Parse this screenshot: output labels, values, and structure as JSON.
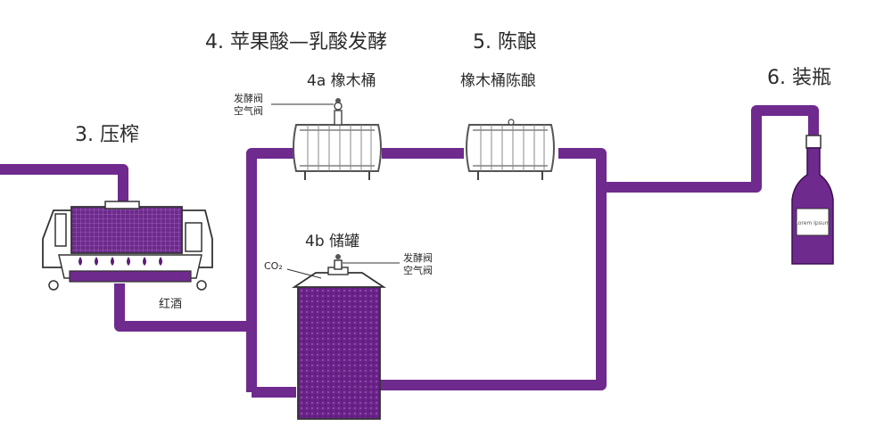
{
  "steps": {
    "press": "3. 压榨",
    "mlf": "4. 苹果酸—乳酸发酵",
    "aging": "5. 陈酿",
    "bottling": "6. 装瓶"
  },
  "labels": {
    "barrel_4a": "4a  橡木桶",
    "barrel_aging": "橡木桶陈酿",
    "tank_4b": "4b  储罐",
    "red_wine": "红酒",
    "airlock_1": "发酵阀",
    "airlock_1b": "空气阀",
    "airlock_2": "发酵阀",
    "airlock_2b": "空气阀",
    "co2": "CO₂",
    "bottle_label": "Lorem Ipsum"
  },
  "colors": {
    "wine": "#6f2a8e",
    "wine_dark": "#4e1466",
    "barrel_line": "#555555"
  }
}
